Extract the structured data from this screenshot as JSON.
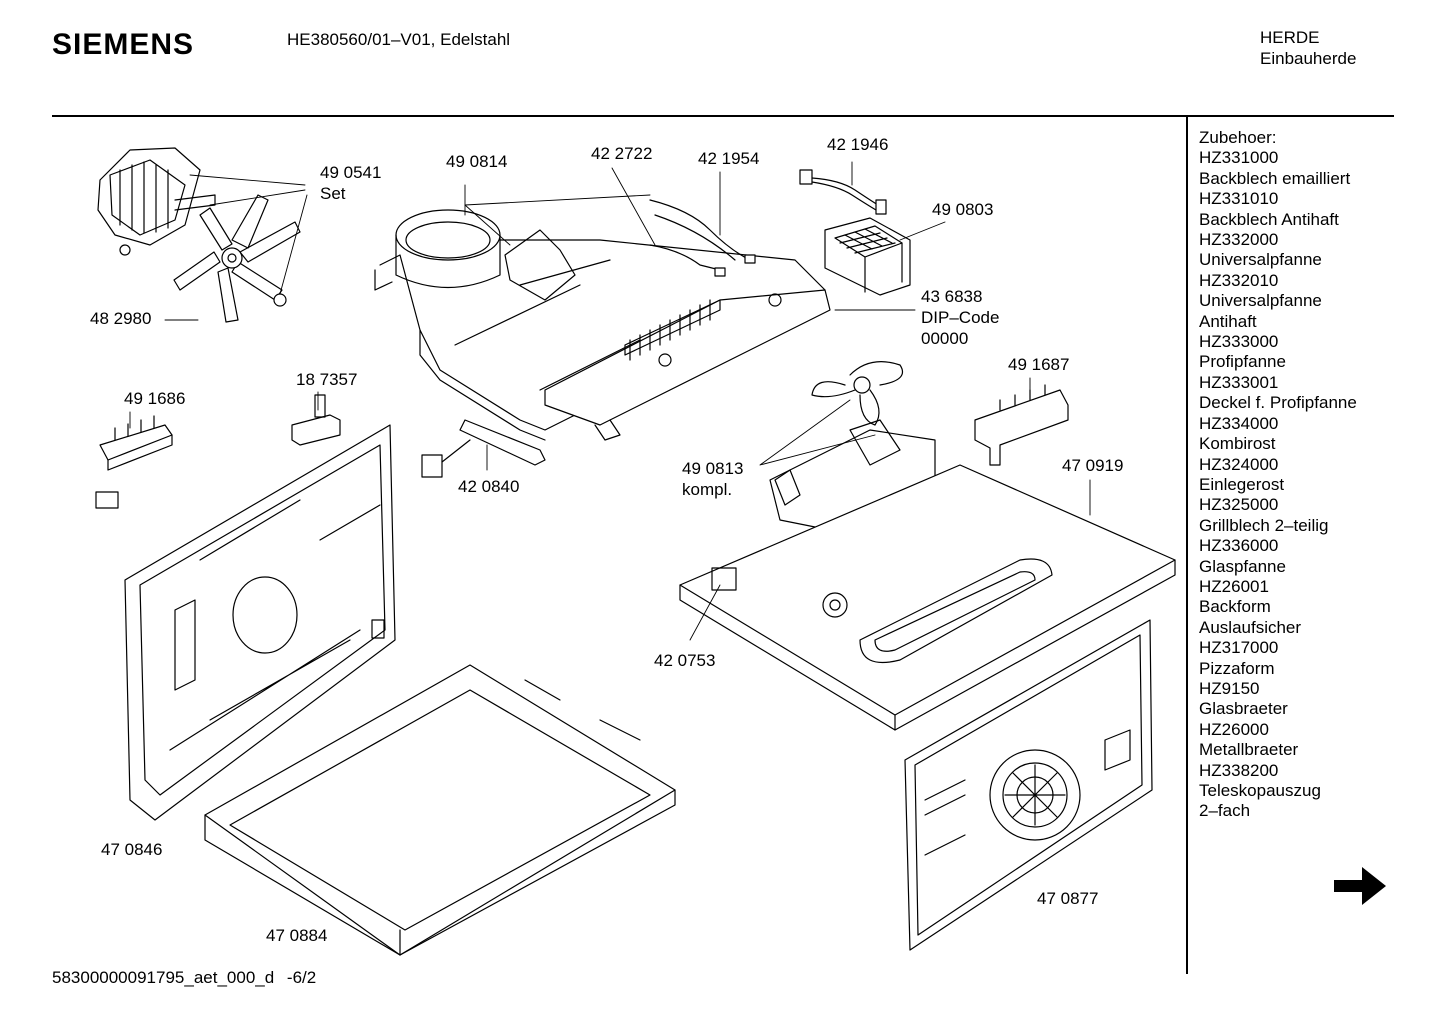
{
  "header": {
    "brand": "SIEMENS",
    "model": "HE380560/01–V01, Edelstahl",
    "category": "HERDE",
    "subcategory": "Einbauherde"
  },
  "accessories": {
    "title": "Zubehoer:",
    "lines": [
      "HZ331000",
      "Backblech emailliert",
      "HZ331010",
      "Backblech Antihaft",
      "HZ332000",
      "Universalpfanne",
      "HZ332010",
      "Universalpfanne",
      "Antihaft",
      "HZ333000",
      "Profipfanne",
      "HZ333001",
      "Deckel f. Profipfanne",
      "HZ334000",
      "Kombirost",
      "HZ324000",
      "Einlegerost",
      "HZ325000",
      "Grillblech 2–teilig",
      "HZ336000",
      "Glaspfanne",
      "HZ26001",
      "Backform",
      "Auslaufsicher",
      "HZ317000",
      "Pizzaform",
      "HZ9150",
      "Glasbraeter",
      "HZ26000",
      "Metallbraeter",
      "HZ338200",
      "Teleskopauszug",
      "2–fach"
    ]
  },
  "parts": {
    "p490541": "49 0541",
    "p490541_note": "Set",
    "p482980": "48 2980",
    "p490814": "49 0814",
    "p422722": "42 2722",
    "p421954": "42 1954",
    "p421946": "42 1946",
    "p490803": "49 0803",
    "p436838": "43 6838",
    "p436838_note1": "DIP–Code",
    "p436838_note2": "00000",
    "p187357": "18 7357",
    "p491686": "49 1686",
    "p420840": "42 0840",
    "p491687": "49 1687",
    "p490813": "49 0813",
    "p490813_note": "kompl.",
    "p470919": "47 0919",
    "p420753": "42 0753",
    "p470846": "47 0846",
    "p470884": "47 0884",
    "p470877": "47 0877"
  },
  "footer": {
    "doc_id": "58300000091795_aet_000_d",
    "page": "-6/2"
  },
  "icons": {
    "next": "right-arrow-icon"
  }
}
